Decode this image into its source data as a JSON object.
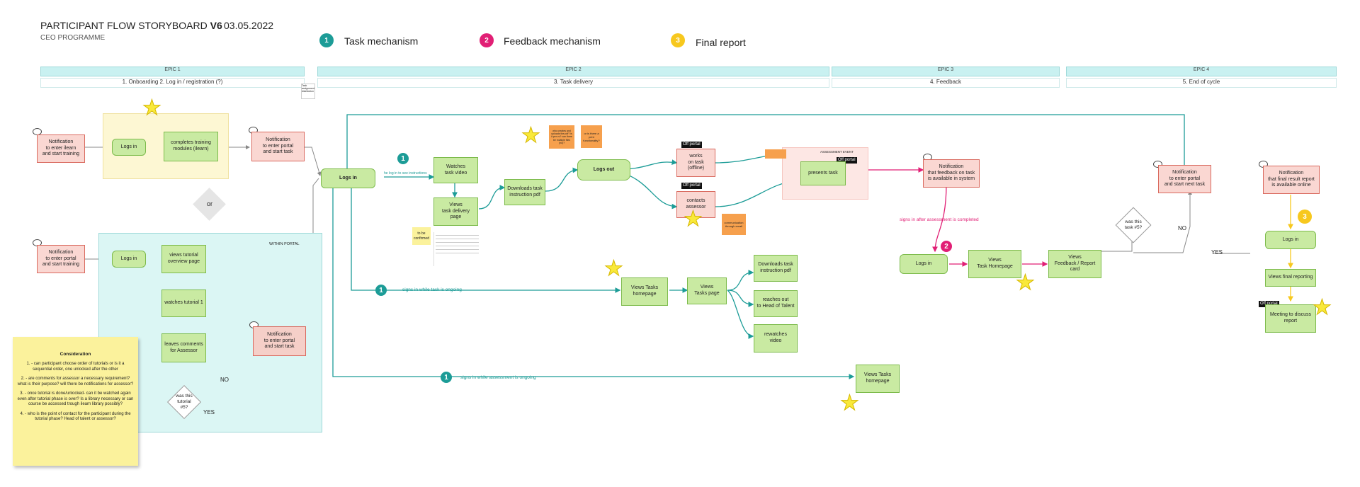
{
  "header": {
    "title_main": "PARTICIPANT FLOW STORYBOARD",
    "title_version": "V6",
    "date": "03.05.2022",
    "subtitle": "CEO PROGRAMME"
  },
  "legend": [
    {
      "num": "1",
      "label": "Task mechanism",
      "color": "#1c9c97"
    },
    {
      "num": "2",
      "label": "Feedback mechanism",
      "color": "#e11f75"
    },
    {
      "num": "3",
      "label": "Final report",
      "color": "#f7c81e"
    }
  ],
  "epics": [
    {
      "name": "EPIC 1",
      "desc": "1. Onboarding  2. Log in / registration (?)"
    },
    {
      "name": "EPIC 2",
      "desc": "3. Task delivery"
    },
    {
      "name": "EPIC 3",
      "desc": "4. Feedback"
    },
    {
      "name": "EPIC 4",
      "desc": "5. End of cycle"
    }
  ],
  "nodes": {
    "notif_ilearn": "Notification\nto enter ilearn\nand start training",
    "login_ilearn": "Logs in",
    "complete_training": "completes training\nmodules (ilearn)",
    "notif_portal_task": "Notification\nto enter portal\nand start task",
    "or": "or",
    "notif_portal_training": "Notification\nto enter portal\nand start training",
    "within_portal": "WITHIN PORTAL",
    "login_portal": "Logs in",
    "views_tutorial": "views tutorial\noverview page",
    "watches_tutorial": "watches tutorial 1",
    "leaves_comments": "leaves comments\nfor Assessor",
    "was_tutorial": "was this\ntutorial\n#5?",
    "no1": "NO",
    "yes1": "YES",
    "notif_portal_task2": "Notification\nto enter portal\nand start task",
    "task_assignment": "Task assignment\ndistribution",
    "main_login": "Logs in",
    "he_log": "he log in to see instructions",
    "watches_task_video": "Watches\ntask video",
    "views_task_delivery": "Views\ntask delivery\npage",
    "to_be_confirmed": "to be\nconfirmed",
    "downloads_pdf": "Downloads task\ninstruction pdf",
    "who_creates": "who creates and uploads the pdf? is it per cv? can there be multiple files (no)?",
    "or_is_there": "or is there a print functionality?",
    "logs_out": "Logs out",
    "off1": "Off\nportal",
    "works_offline": "works\non task\n(offline)",
    "off2": "Off\nportal",
    "contacts_assessor": "contacts assessor",
    "communication_email": "communication\nthrough email",
    "assessment_event": "ASSESSMENT EVENT",
    "off3": "Off\nportal",
    "presents_task": "presents task",
    "notif_feedback": "Notification\nthat feedback on task\nis available in system",
    "signs_after": "signs in after assessment is completed",
    "fb_login": "Logs in",
    "views_task_homepage": "Views\nTask Homepage",
    "views_feedback": "Views\nFeedback / Report card",
    "was_task": "was this\ntask #5?",
    "no2": "NO",
    "yes2": "YES",
    "notif_next_task": "Notification\nto enter portal\nand start next task",
    "notif_final": "Notification\nthat final result report\nis available online",
    "final_login": "Logs in",
    "views_final": "Views final reporting",
    "off4": "Off\nportal",
    "meeting": "Meeting to discuss\nreport",
    "signs_ongoing": "signs in while task is ongoing",
    "views_tasks_homepage": "Views Tasks\nhomepage",
    "views_tasks_page": "Views\nTasks page",
    "downloads_pdf2": "Downloads task\ninstruction pdf",
    "reaches_out": "reaches out\nto Head of Talent",
    "rewatches": "rewatches\nvideo",
    "signs_assessment": "signs in while assessment is ongoing",
    "views_tasks_homepage2": "Views Tasks\nhomepage"
  },
  "consideration": {
    "title": "Consideration",
    "items": [
      "1. - can participant choose order of tutorials or is it a sequential order, one unlocked after the other",
      "2. - are comments for assessor a necessary requirement? what is their purpose? will there be notifications for assessor?",
      "3. - once tutorial is done/unlocked- can it be watched again even after tutorial phase is over? Is a library necessary or can course be accessed trough ilearn library possibly?",
      "4. - who is the point of contact for the participant during the tutorial phase? Head of talent or assessor?"
    ]
  },
  "colors": {
    "teal": "#1c9c97",
    "pink": "#e11f75",
    "gold": "#f7c81e",
    "green": "#c9eaa2",
    "red": "#fad7d2",
    "cyan": "#c9f1f1"
  },
  "icons": [
    "envelope-icon",
    "star-icon",
    "arrow-icon"
  ]
}
